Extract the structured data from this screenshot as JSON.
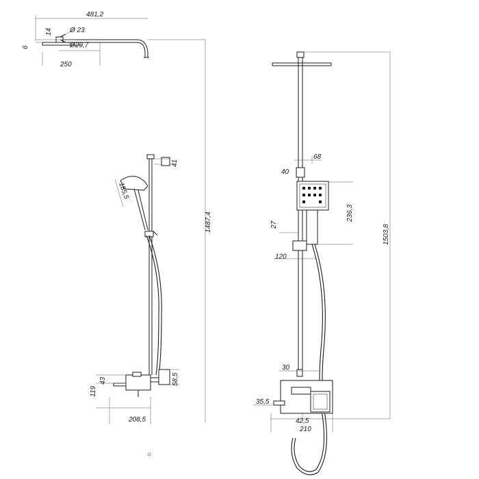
{
  "side_view": {
    "head_reach": "481,2",
    "head_thickness": "14",
    "arm_diameter": "Ø 23",
    "tube_diameter": "Ø29,7",
    "head_offset": "6",
    "head_width": "250",
    "hand_shower_width": "41",
    "hand_shower_length": "185,5",
    "total_height": "1487,4",
    "mixer_height": "119",
    "outlet_height": "43",
    "mixer_depth": "58,5",
    "wall_distance": "208,5"
  },
  "front_view": {
    "holder_width": "68",
    "holder_height": "40",
    "hand_shower_length": "236,3",
    "slider_height": "27",
    "slider_width": "120",
    "total_height": "1503,8",
    "bracket_width": "30",
    "spout_length": "35,5",
    "handle_offset": "42,5",
    "mixer_width": "210"
  }
}
